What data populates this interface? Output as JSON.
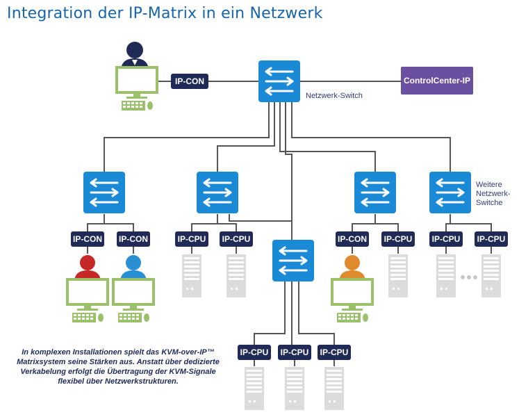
{
  "title": "Integration der IP-Matrix in ein Netzwerk",
  "main_switch_label": "Netzwerk-Switch",
  "control_center": "ControlCenter-IP",
  "further_switches": "Weitere Netzwerk-Switche",
  "ip_con": "IP-CON",
  "ip_cpu": "IP-CPU",
  "caption": "In komplexen Installationen spielt das KVM-over-IP™ Matrixsystem seine Stärken aus. Anstatt über dedizierte Verkabelung erfolgt die Übertragung der KVM-Signale flexibel über Netzwerkstrukturen.",
  "colors": {
    "switch": "#1a8ad6",
    "label": "#1f2a57",
    "control_center": "#6b4fa1",
    "monitor": "#9bc06a",
    "server": "#d9d9d9",
    "user_navy": "#1f2a57",
    "user_red": "#c62828",
    "user_blue": "#2b8fd6",
    "user_orange": "#e08a2e"
  }
}
